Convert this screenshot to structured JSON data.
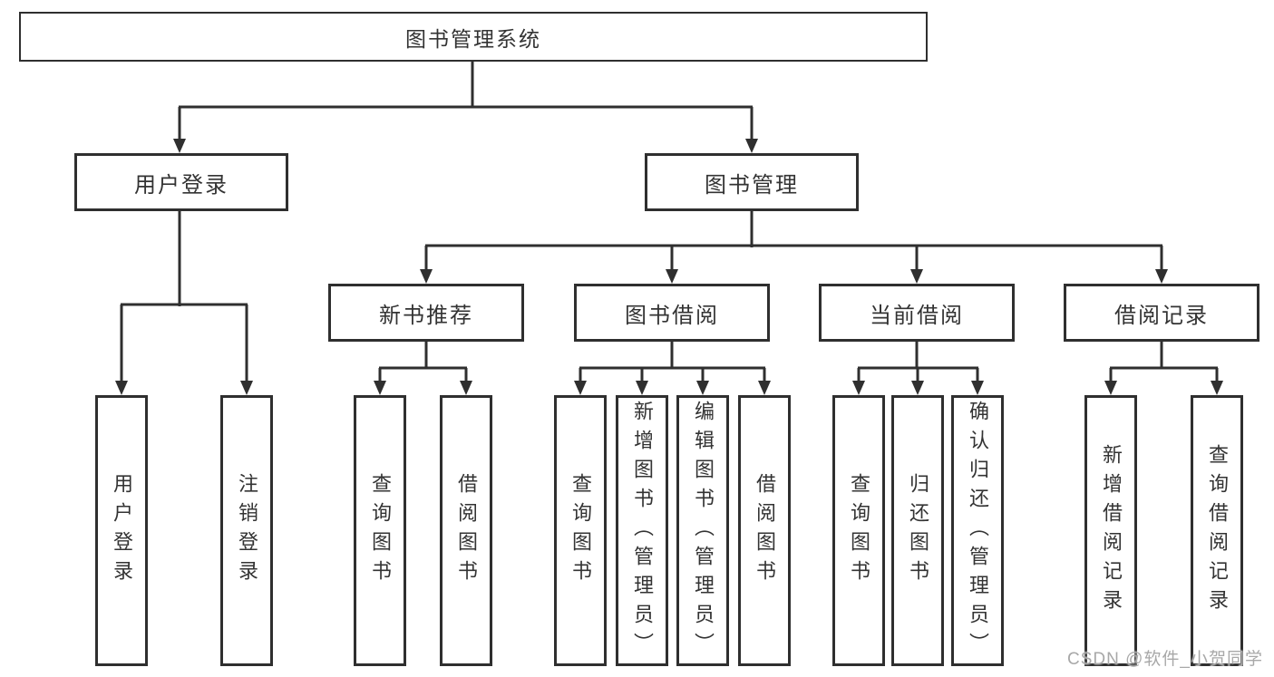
{
  "colors": {
    "line": "#2f2f2f",
    "text": "#333333",
    "watermark": "#a8a8a8",
    "background": "#ffffff"
  },
  "tree": {
    "root": {
      "label": "图书管理系统",
      "children": [
        {
          "label": "用户登录",
          "children": [
            {
              "label": "用户登录"
            },
            {
              "label": "注销登录"
            }
          ]
        },
        {
          "label": "图书管理",
          "children": [
            {
              "label": "新书推荐",
              "children": [
                {
                  "label": "查询图书"
                },
                {
                  "label": "借阅图书"
                }
              ]
            },
            {
              "label": "图书借阅",
              "children": [
                {
                  "label": "查询图书"
                },
                {
                  "label": "新增图书（管理员）"
                },
                {
                  "label": "编辑图书（管理员）"
                },
                {
                  "label": "借阅图书"
                }
              ]
            },
            {
              "label": "当前借阅",
              "children": [
                {
                  "label": "查询图书"
                },
                {
                  "label": "归还图书"
                },
                {
                  "label": "确认归还（管理员）"
                }
              ]
            },
            {
              "label": "借阅记录",
              "children": [
                {
                  "label": "新增借阅记录"
                },
                {
                  "label": "查询借阅记录"
                }
              ]
            }
          ]
        }
      ]
    }
  },
  "watermark": {
    "text": "CSDN @软件_小贺同学"
  }
}
